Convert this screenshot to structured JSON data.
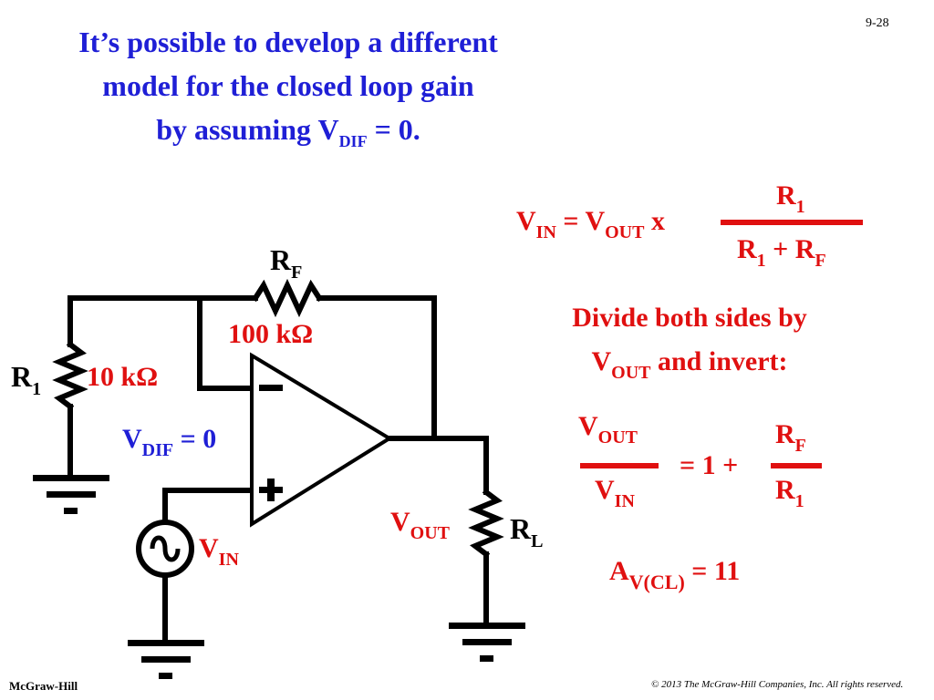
{
  "slide": {
    "number": "9-28",
    "title": {
      "line1": "It’s possible to develop a different",
      "line2": "model for the closed loop gain",
      "line3_pre": "by assuming V",
      "line3_sub": "DIF",
      "line3_post": " = 0."
    },
    "footer_left": "McGraw-Hill",
    "footer_right": "© 2013 The McGraw-Hill Companies, Inc. All rights reserved."
  },
  "circuit": {
    "rf_label": "R",
    "rf_sub": "F",
    "rf_value": "100 kΩ",
    "r1_label": "R",
    "r1_sub": "1",
    "r1_value": "10 kΩ",
    "vdif_label": "V",
    "vdif_sub": "DIF",
    "vdif_eq": " = 0",
    "vin_label": "V",
    "vin_sub": "IN",
    "vout_label": "V",
    "vout_sub": "OUT",
    "rl_label": "R",
    "rl_sub": "L",
    "minus_sign": "−",
    "plus_sign": "+"
  },
  "equations": {
    "eq1": {
      "lhs_v": "V",
      "lhs_sub": "IN",
      "eq": " = V",
      "rhs_sub": "OUT",
      "times": " x",
      "num_r": "R",
      "num_sub": "1",
      "den_r1": "R",
      "den_sub1": "1",
      "den_plus": " + R",
      "den_sub2": "F"
    },
    "instruction": {
      "line1": "Divide both sides by",
      "line2_v": "V",
      "line2_sub": "OUT",
      "line2_post": " and invert:"
    },
    "eq2": {
      "num_v": "V",
      "num_sub": "OUT",
      "den_v": "V",
      "den_sub": "IN",
      "middle": "= 1 +",
      "num_r": "R",
      "num_r_sub": "F",
      "den_r": "R",
      "den_r_sub": "1"
    },
    "gain": {
      "a": "A",
      "sub": "V(CL)",
      "post": " = 11"
    }
  },
  "colors": {
    "title": "#1f1fd6",
    "accent": "#e01010",
    "wire": "#000000"
  }
}
